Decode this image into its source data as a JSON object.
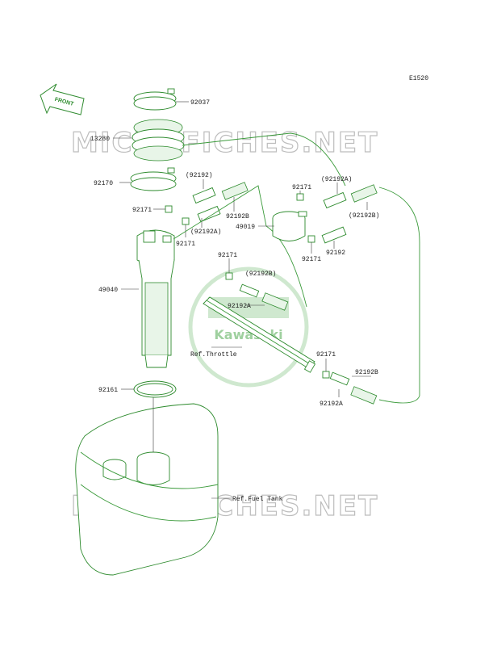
{
  "diagram_code": "E1520",
  "front_label": "FRONT",
  "watermark": "MICROFICHES.NET",
  "logo_text": "Kawasaki",
  "parts": {
    "p92037": "92037",
    "p13280": "13280",
    "p92170": "92170",
    "p92192_top": "(92192)",
    "p92171_a": "92171",
    "p92192B_a": "92192B",
    "p92192A_a": "(92192A)",
    "p92171_b": "92171",
    "p49019": "49019",
    "p92171_c": "92171",
    "p92192A_b": "(92192A)",
    "p92192B_b": "(92192B)",
    "p92192_right": "92192",
    "p92171_d": "92171",
    "p49040": "49040",
    "p92171_e": "92171",
    "p92192B_c": "(92192B)",
    "p92192A_c": "92192A",
    "ref_throttle": "Ref.Throttle",
    "p92171_f": "92171",
    "p92192B_d": "92192B",
    "p92192A_d": "92192A",
    "p92161": "92161",
    "ref_fuel_tank": "Ref.Fuel Tank"
  },
  "colors": {
    "line": "#2e8b2e",
    "watermark": "#bdbdbd",
    "label": "#222222"
  }
}
